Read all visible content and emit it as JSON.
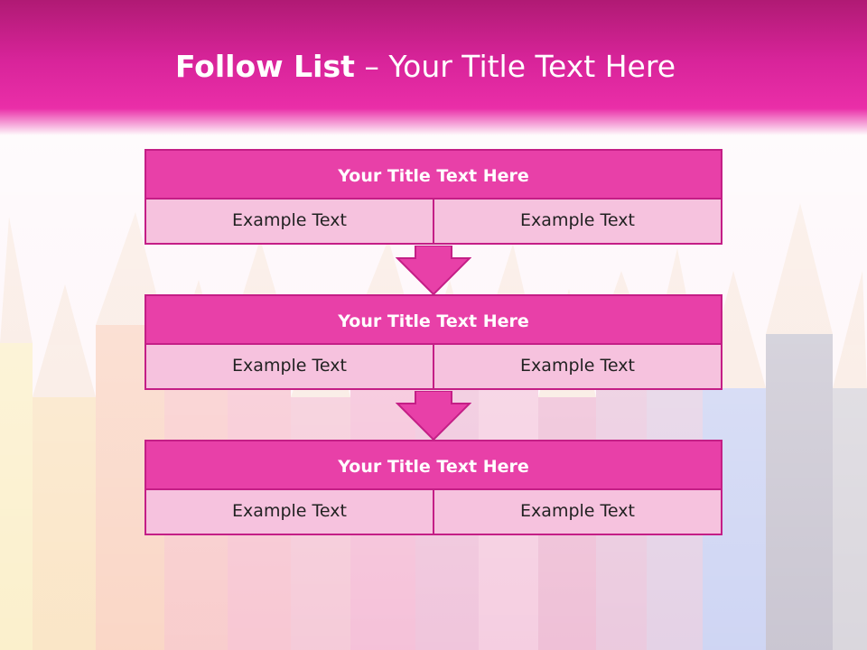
{
  "slide": {
    "title_bold": "Follow List",
    "title_dash": " – ",
    "title_rest": "Your Title Text Here"
  },
  "blocks": [
    {
      "title": "Your Title Text Here",
      "cells": [
        "Example Text",
        "Example Text"
      ]
    },
    {
      "title": "Your Title Text Here",
      "cells": [
        "Example Text",
        "Example Text"
      ]
    },
    {
      "title": "Your Title Text Here",
      "cells": [
        "Example Text",
        "Example Text"
      ]
    }
  ],
  "colors": {
    "header": "#d8249a",
    "block_title_fill": "#e840a8",
    "cell_fill": "#f6c2de",
    "border": "#c41e86"
  },
  "background": {
    "icon": "colored-pencils-image"
  }
}
